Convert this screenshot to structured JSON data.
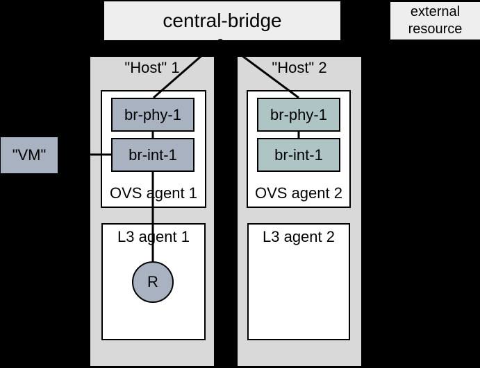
{
  "diagram": {
    "colors": {
      "background": "#000000",
      "panel": "#eeeeee",
      "host-bg": "#d9d9d9",
      "host1-node": "#a9b2c1",
      "host2-node": "#afc5c5",
      "line": "#000000"
    },
    "central_bridge": {
      "label": "central-bridge"
    },
    "external_resource": {
      "label": "external resource"
    },
    "vm": {
      "label": "\"VM\""
    },
    "hosts": [
      {
        "label": "\"Host\" 1",
        "ovs_agent": "OVS agent 1",
        "l3_agent": "L3 agent 1",
        "br_phy": "br-phy-1",
        "br_int": "br-int-1",
        "router": "R"
      },
      {
        "label": "\"Host\" 2",
        "ovs_agent": "OVS agent 2",
        "l3_agent": "L3 agent 2",
        "br_phy": "br-phy-1",
        "br_int": "br-int-1"
      }
    ]
  }
}
